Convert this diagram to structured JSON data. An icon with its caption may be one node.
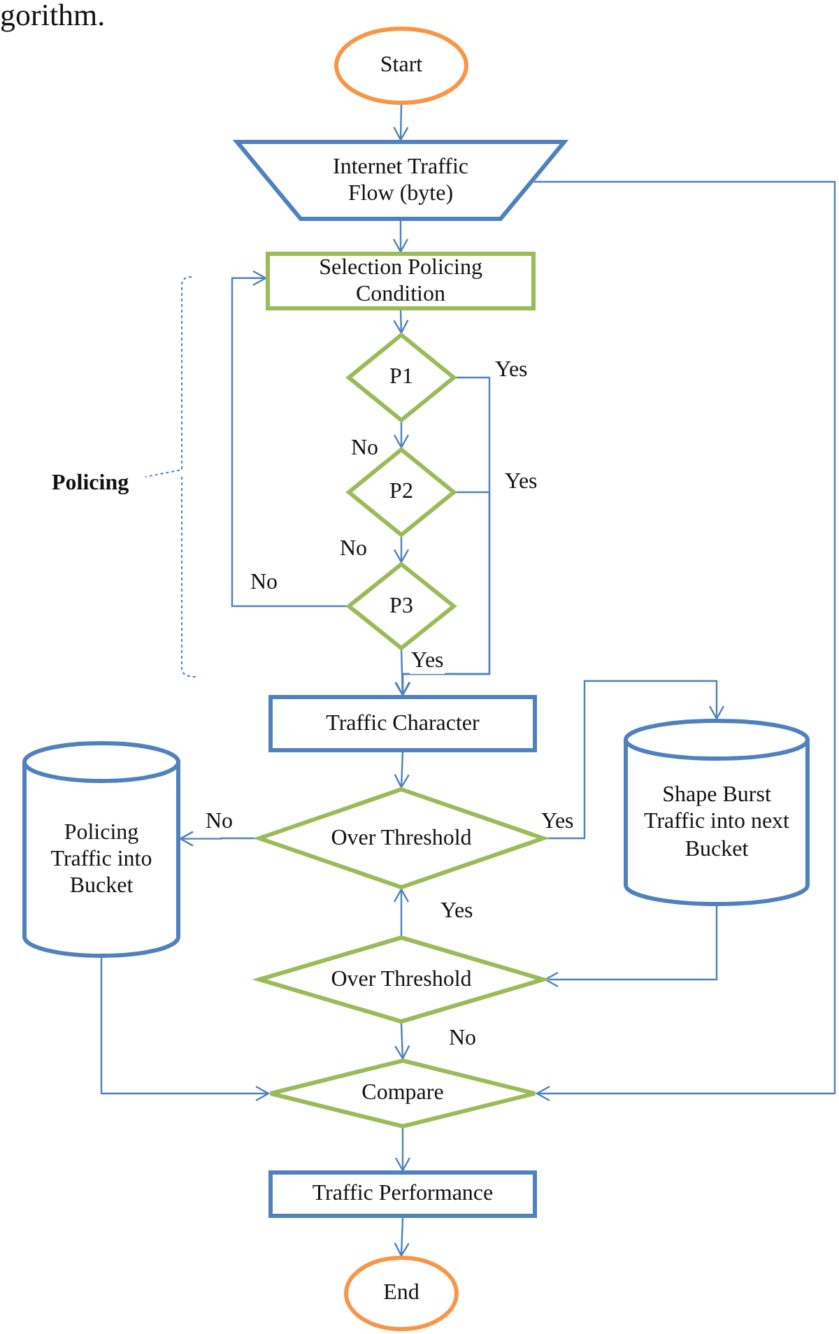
{
  "diagram": {
    "nodes": [
      {
        "text": [
          "Start"
        ]
      },
      {
        "text": [
          "Internet Traffic Flow (byte)"
        ]
      },
      {
        "text": [
          "Selection Policing Condition"
        ]
      },
      {
        "text": [
          "P1"
        ]
      },
      {
        "text": [
          "P2"
        ]
      },
      {
        "text": [
          "P3"
        ]
      },
      {
        "text": [
          "Traffic Character"
        ]
      },
      {
        "text": [
          "Over Threshold"
        ]
      },
      {
        "text": [
          "Policing Traffic into Bucket"
        ]
      },
      {
        "text": [
          "Shape Burst Traffic into next Bucket"
        ]
      },
      {
        "text": [
          "Over Threshold"
        ]
      },
      {
        "text": [
          "Compare"
        ]
      },
      {
        "text": [
          "Traffic Performance"
        ]
      },
      {
        "text": [
          "End"
        ]
      }
    ],
    "edges": [
      {
        "from": 0,
        "to": 1,
        "arrow": "to"
      },
      {
        "from": 1,
        "to": 2,
        "arrow": "to"
      },
      {
        "from": 2,
        "to": 3,
        "arrow": "to"
      },
      {
        "from": 3,
        "to": 4,
        "arrow": "to",
        "label": "No"
      },
      {
        "from": 4,
        "to": 5,
        "arrow": "to",
        "label": "No"
      },
      {
        "from": 5,
        "to": 2,
        "arrow": "to",
        "label": "No"
      },
      {
        "from": 3,
        "to": 6,
        "arrow": "to",
        "label": "Yes"
      },
      {
        "from": 4,
        "to": 6,
        "arrow": "to",
        "label": "Yes"
      },
      {
        "from": 5,
        "to": 6,
        "arrow": "to",
        "label": "Yes"
      },
      {
        "from": 6,
        "to": 7,
        "arrow": "to"
      },
      {
        "from": 7,
        "to": 8,
        "arrow": "to",
        "label": "No"
      },
      {
        "from": 7,
        "to": 9,
        "arrow": "to",
        "label": "Yes"
      },
      {
        "from": 10,
        "to": 7,
        "arrow": "to",
        "label": "Yes"
      },
      {
        "from": 9,
        "to": 10,
        "arrow": "to"
      },
      {
        "from": 10,
        "to": 11,
        "arrow": "to",
        "label": "No"
      },
      {
        "from": 8,
        "to": 11,
        "arrow": "to"
      },
      {
        "from": 1,
        "to": 11,
        "arrow": "to"
      },
      {
        "from": 11,
        "to": 12,
        "arrow": "to"
      },
      {
        "from": 12,
        "to": 13,
        "arrow": "to"
      }
    ],
    "labels": [
      "gorithm.",
      "Policing"
    ]
  }
}
